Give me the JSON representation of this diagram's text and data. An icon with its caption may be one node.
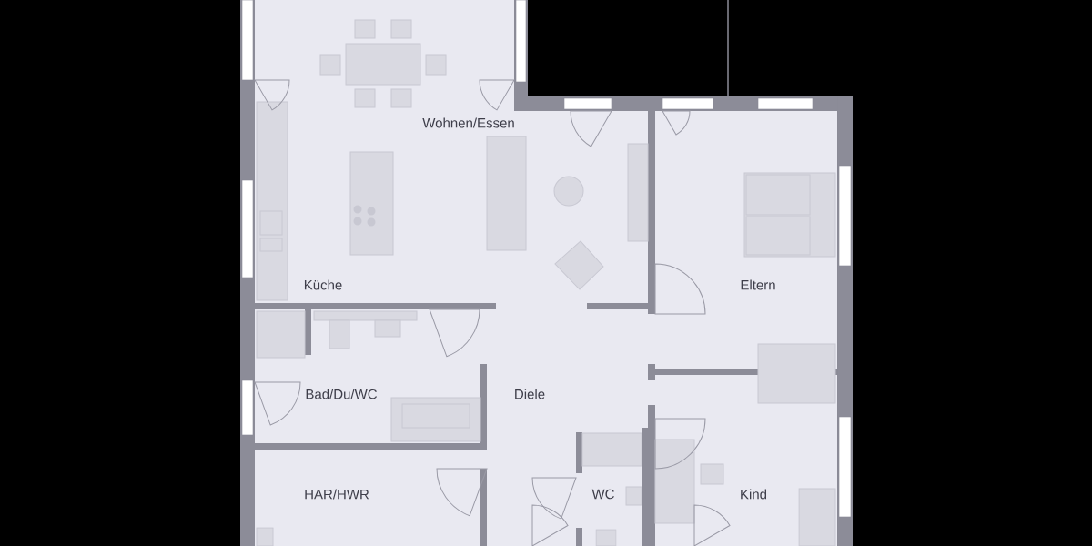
{
  "diagram": {
    "labels": [
      "Wohnen/Essen",
      "Küche",
      "Eltern",
      "Bad/Du/WC",
      "Diele",
      "HAR/HWR",
      "WC",
      "Kind"
    ]
  }
}
